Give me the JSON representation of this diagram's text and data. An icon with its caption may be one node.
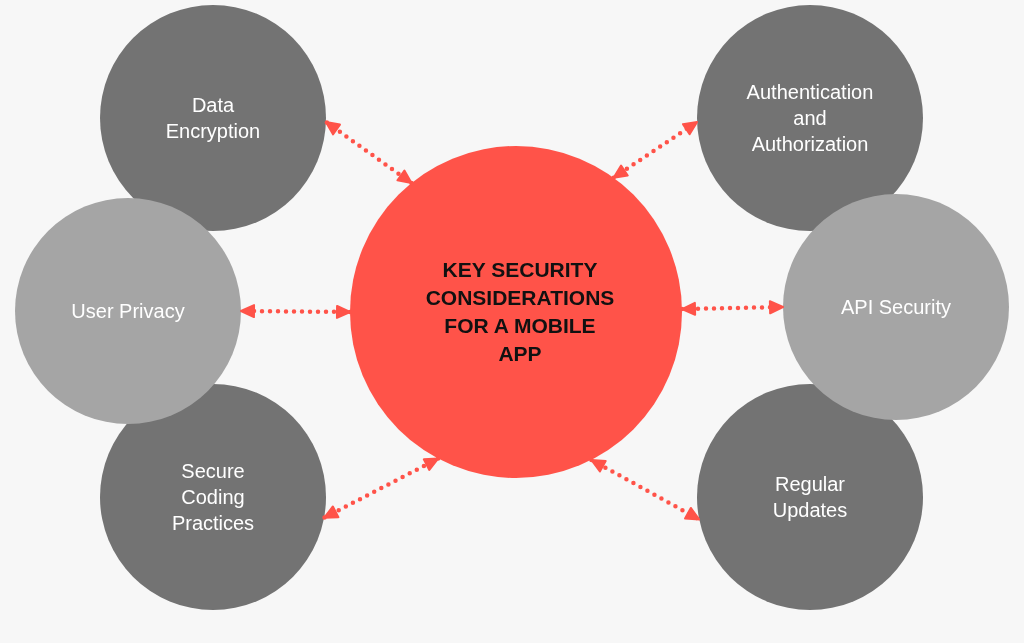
{
  "diagram": {
    "nodes": [
      {
        "text": [
          "Data Encryption"
        ]
      },
      {
        "text": [
          "Authentication and Authorization"
        ]
      },
      {
        "text": [
          "User Privacy"
        ]
      },
      {
        "text": [
          "KEY SECURITY CONSIDERATIONS FOR A MOBILE APP"
        ]
      },
      {
        "text": [
          "API Security"
        ]
      },
      {
        "text": [
          "Secure Coding Practices"
        ]
      },
      {
        "text": [
          "Regular Updates"
        ]
      }
    ],
    "edges": [
      {
        "from": 3,
        "to": 0,
        "arrow": "both",
        "style": "dashed"
      },
      {
        "from": 3,
        "to": 1,
        "arrow": "both",
        "style": "dashed"
      },
      {
        "from": 3,
        "to": 2,
        "arrow": "both",
        "style": "dashed"
      },
      {
        "from": 3,
        "to": 4,
        "arrow": "both",
        "style": "dashed"
      },
      {
        "from": 3,
        "to": 5,
        "arrow": "both",
        "style": "dashed"
      },
      {
        "from": 3,
        "to": 6,
        "arrow": "both",
        "style": "dashed"
      }
    ]
  }
}
